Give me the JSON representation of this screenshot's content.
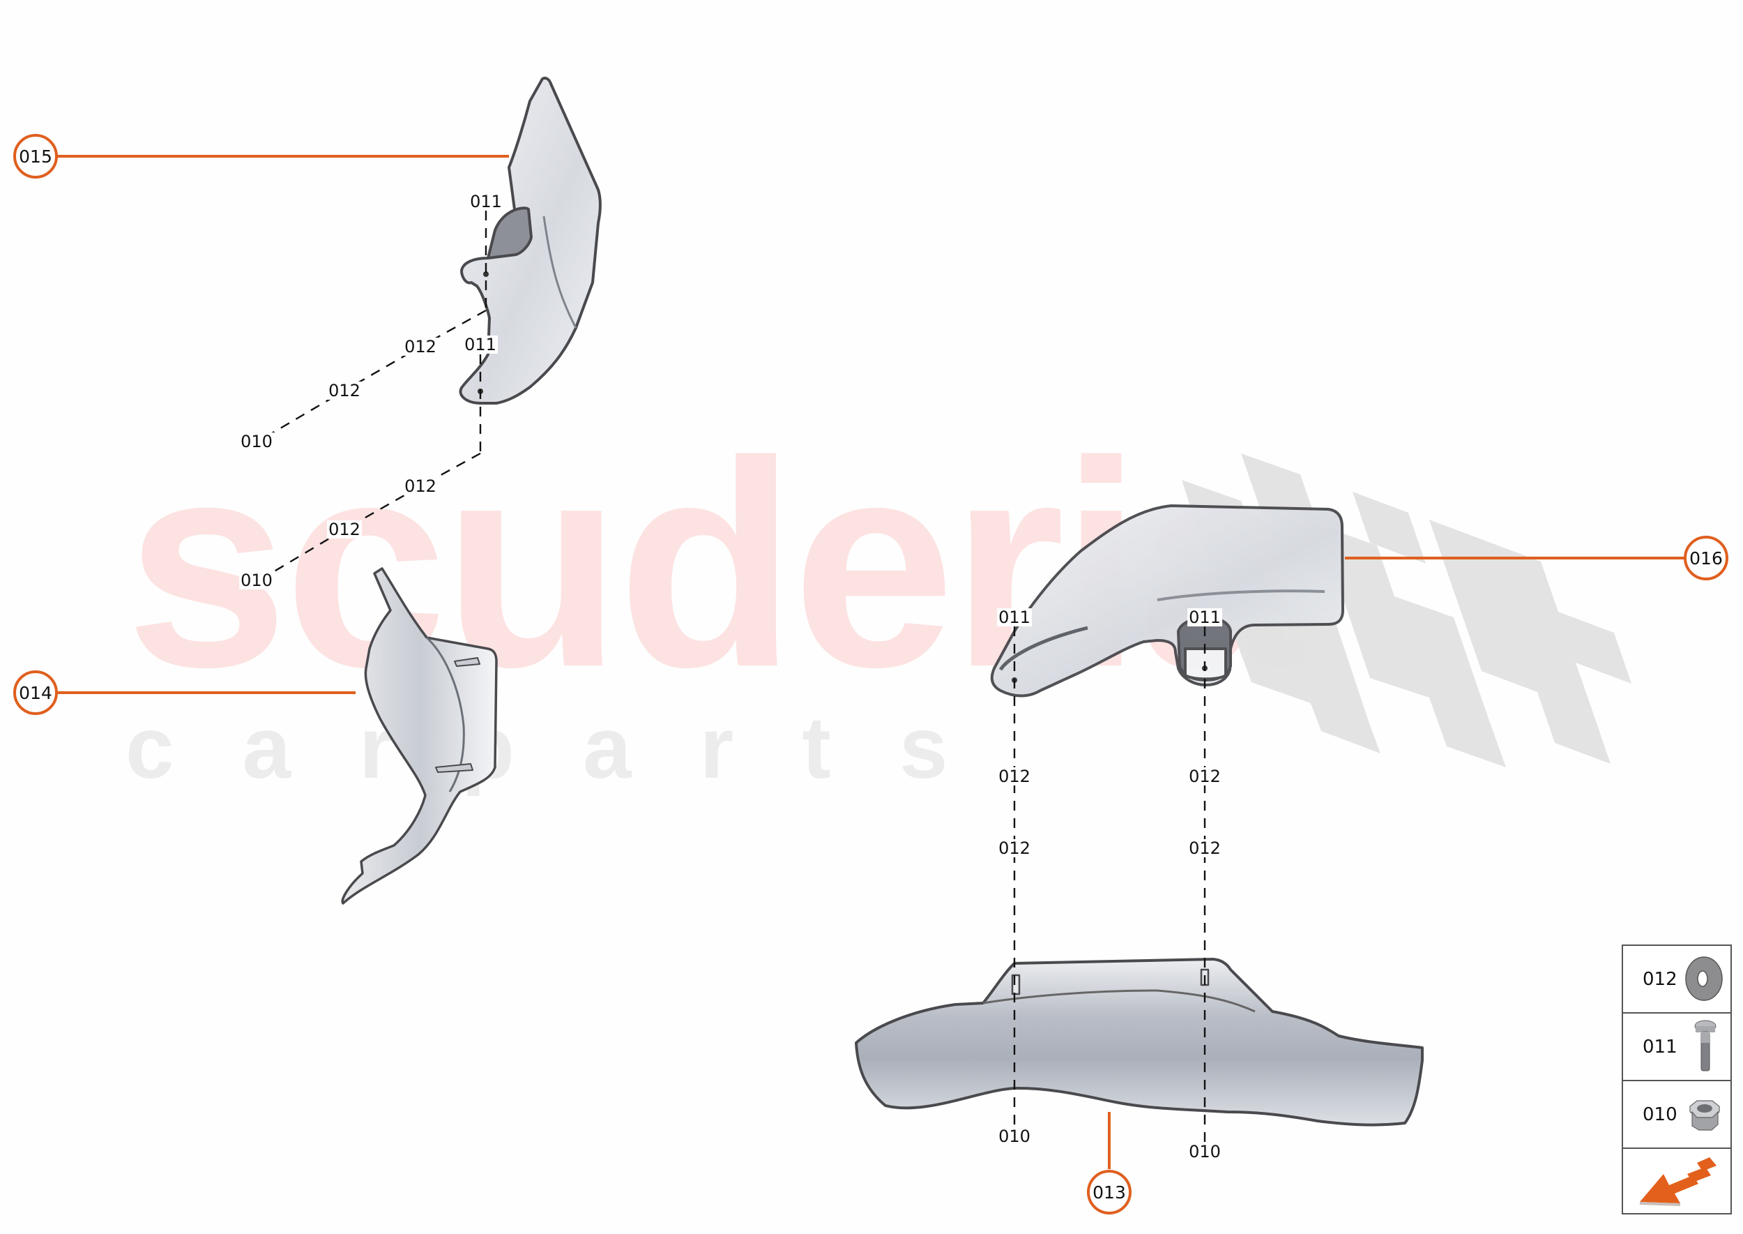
{
  "watermark": {
    "brand": "scuderia",
    "tagline": "carparts"
  },
  "colors": {
    "callout": "#e05f1f",
    "watermark_brand": "#fde2e2",
    "watermark_tagline": "#ececec",
    "checker": "#e2e2e2",
    "part_outline": "#4a4a4e"
  },
  "callouts": [
    {
      "id": "015",
      "label": "015"
    },
    {
      "id": "014",
      "label": "014"
    },
    {
      "id": "016",
      "label": "016"
    },
    {
      "id": "013",
      "label": "013"
    }
  ],
  "part_015_labels": [
    "011",
    "012",
    "011",
    "012",
    "010",
    "012",
    "012",
    "010"
  ],
  "part_016_labels": [
    "011",
    "011",
    "012",
    "012",
    "012",
    "012",
    "010",
    "010"
  ],
  "legend": {
    "items": [
      {
        "code": "012",
        "icon": "washer-icon"
      },
      {
        "code": "011",
        "icon": "bolt-icon"
      },
      {
        "code": "010",
        "icon": "flange-nut-icon"
      },
      {
        "code": "",
        "icon": "front-direction-arrow-icon"
      }
    ]
  }
}
